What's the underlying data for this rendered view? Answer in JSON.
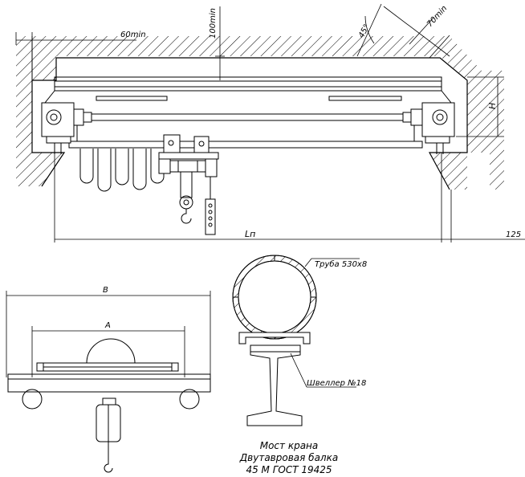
{
  "dimensions": {
    "clearance_left": "60min",
    "clearance_top": "100min",
    "angle": "45°",
    "clearance_corner": "70min",
    "height": "H",
    "span": "Lп",
    "offset": "125",
    "width_b": "B",
    "width_a": "A"
  },
  "callouts": {
    "pipe": "Труба 530х8",
    "channel": "Швеллер №18"
  },
  "caption": {
    "line1": "Мост  крана",
    "line2": "Двутавровая  балка",
    "line3": "45 М  ГОСТ  19425"
  }
}
